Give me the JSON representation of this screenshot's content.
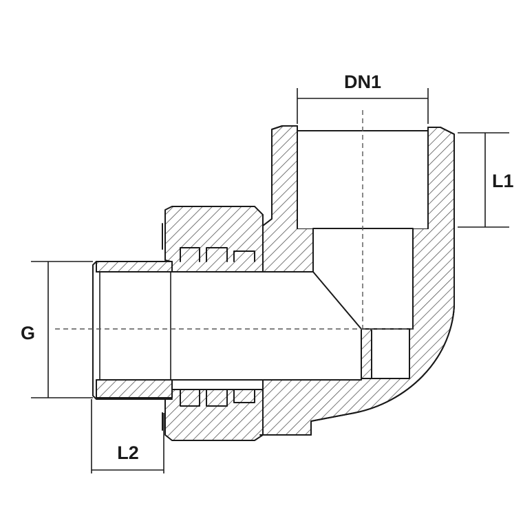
{
  "labels": {
    "dn1": "DN1",
    "l1": "L1",
    "g": "G",
    "l2": "L2"
  },
  "colors": {
    "line": "#1a1a1a",
    "hatch": "#555555",
    "background": "#ffffff"
  }
}
